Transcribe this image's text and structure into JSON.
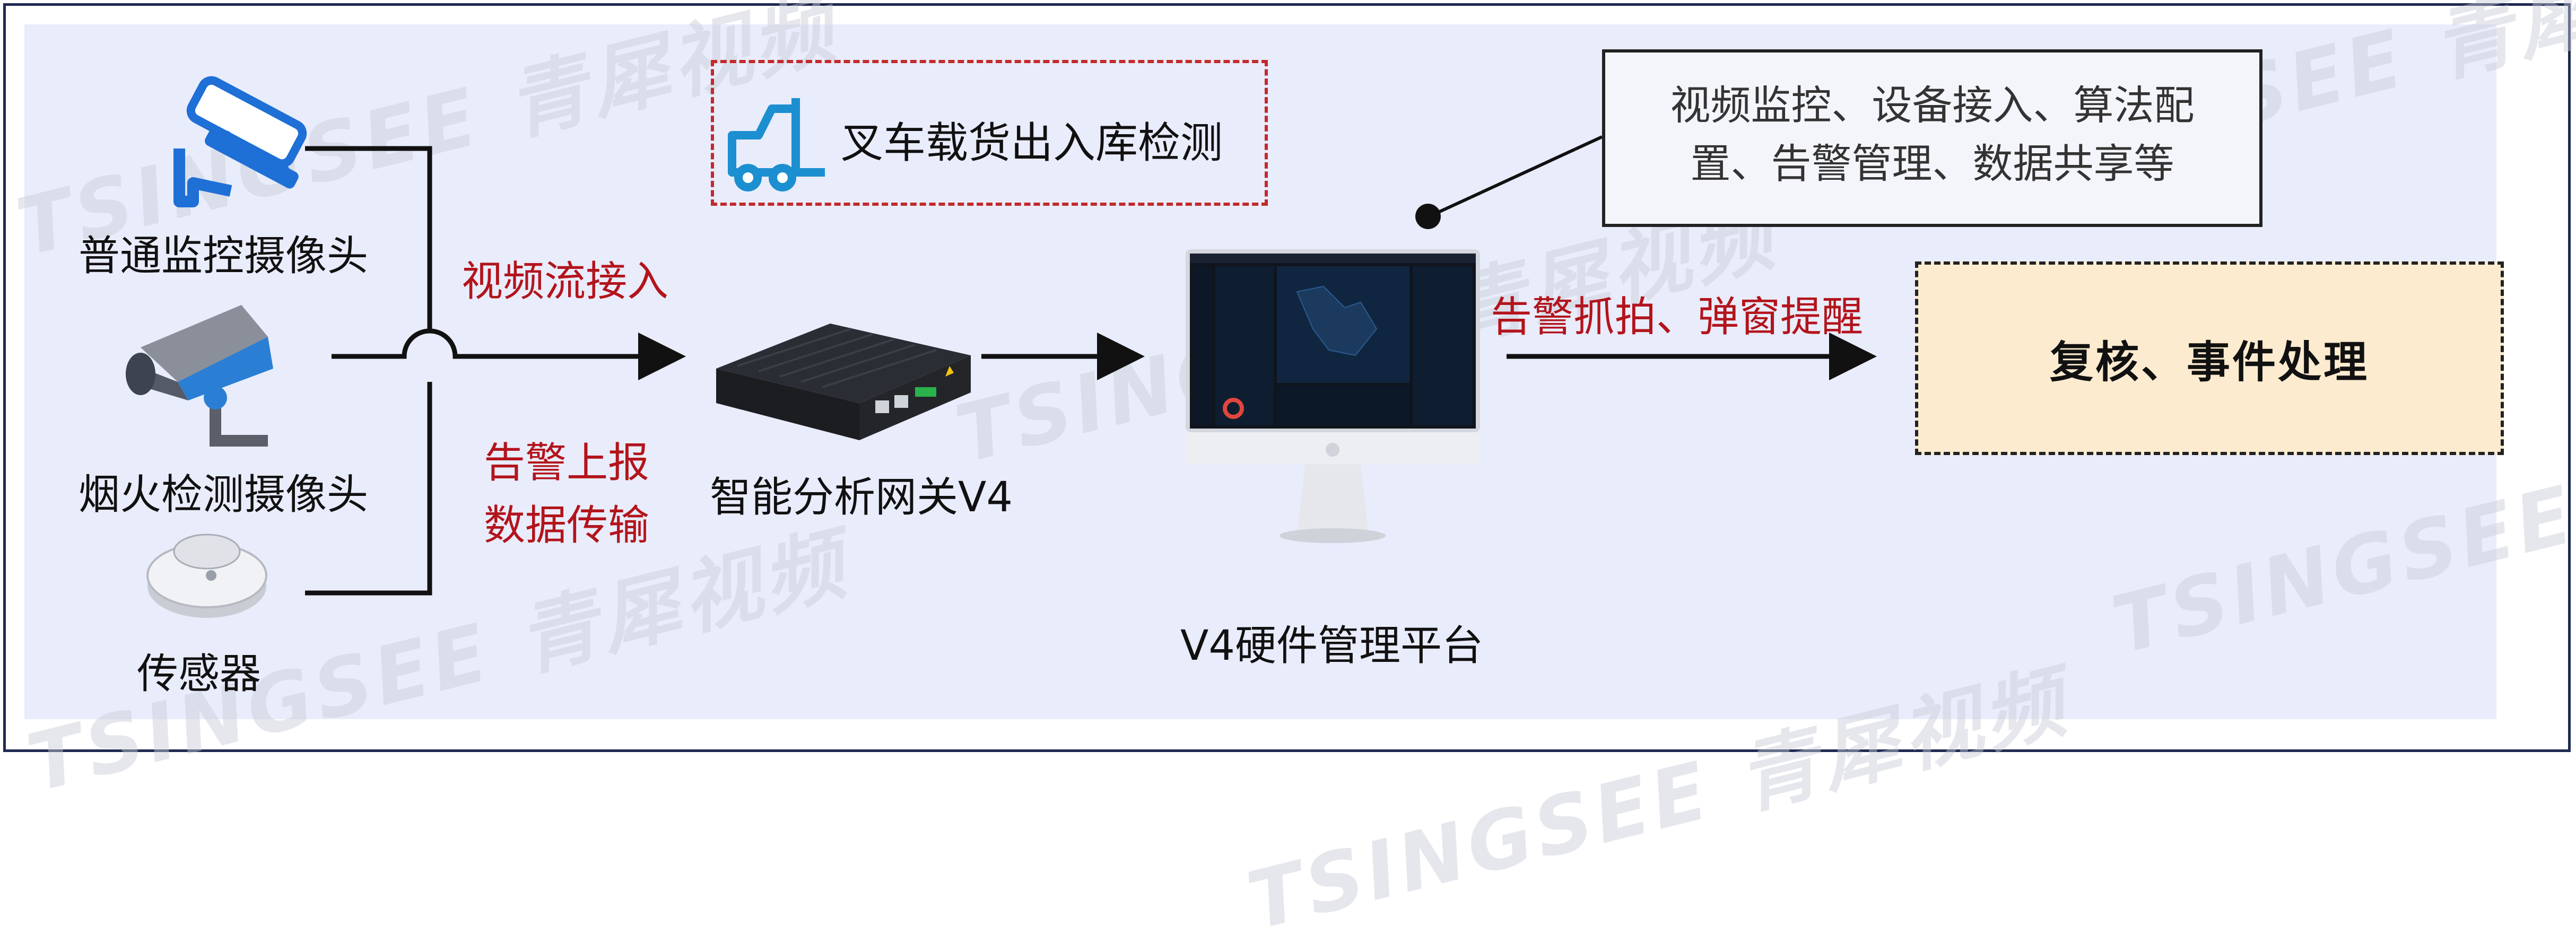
{
  "devices": {
    "camera1": "普通监控摄像头",
    "camera2": "烟火检测摄像头",
    "sensor": "传感器"
  },
  "links": {
    "video_in": "视频流接入",
    "alarm_report": "告警上报",
    "data_transfer": "数据传输",
    "alarm_capture": "告警抓拍、弹窗提醒"
  },
  "gateway": {
    "label": "智能分析网关V4"
  },
  "scenario": {
    "label": "叉车载货出入库检测"
  },
  "platform": {
    "label": "V4硬件管理平台",
    "callout_line1": "视频监控、设备接入、算法配",
    "callout_line2": "置、告警管理、数据共享等"
  },
  "review": {
    "label": "复核、事件处理"
  },
  "watermark": {
    "text": "TSINGSEE 青犀视频"
  },
  "colors": {
    "accent_red": "#b3141c",
    "panel_bg": "#e9ecfb",
    "review_bg": "#fdebd0",
    "icon_blue": "#1e6fd6"
  }
}
